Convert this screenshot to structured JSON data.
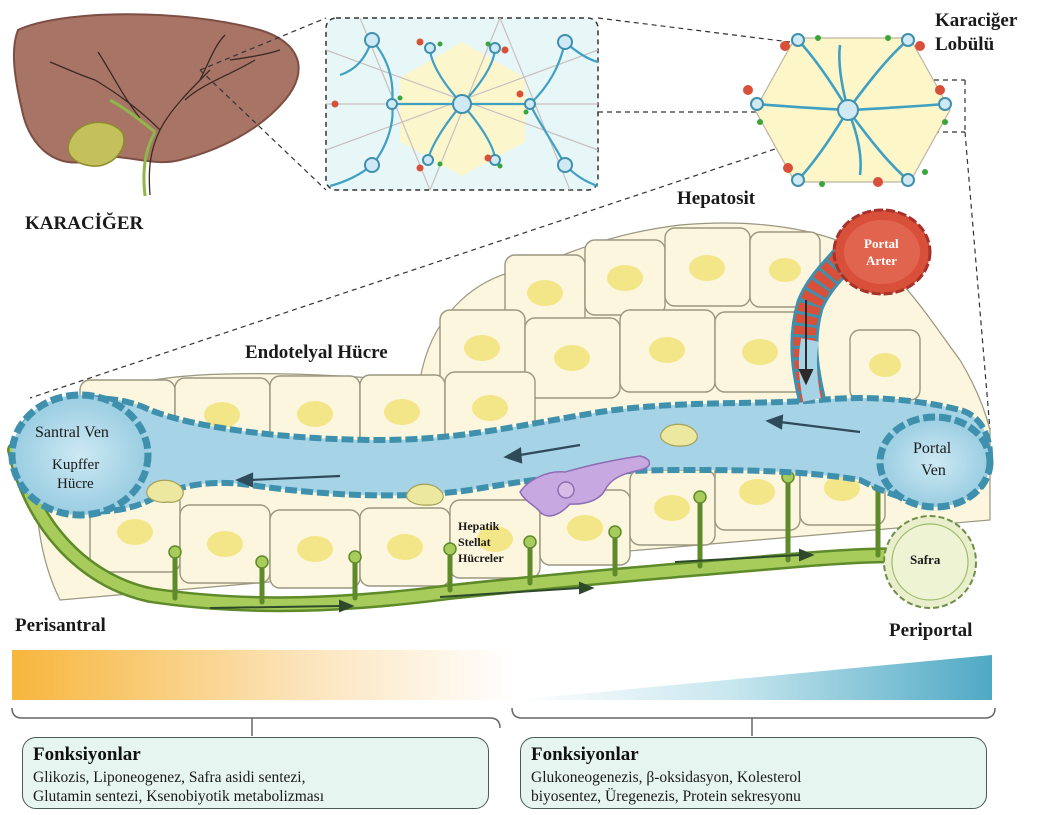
{
  "labels": {
    "liver": "KARACİĞER",
    "lobule_line1": "Karaciğer",
    "lobule_line2": "Lobülü",
    "hepatocyte": "Hepatosit",
    "endothelial": "Endotelyal Hücre",
    "portal_artery_line1": "Portal",
    "portal_artery_line2": "Arter",
    "central_vein": "Santral Ven",
    "kupffer_line1": "Kupffer",
    "kupffer_line2": "Hücre",
    "stellate_line1": "Hepatik",
    "stellate_line2": "Stellat",
    "stellate_line3": "Hücreler",
    "portal_vein_line1": "Portal",
    "portal_vein_line2": "Ven",
    "bile": "Safra",
    "perisantral": "Perisantral",
    "periportal": "Periportal"
  },
  "left_box": {
    "title": "Fonksiyonlar",
    "line1": "Glikozis, Liponeogenez, Safra asidi sentezi,",
    "line2": "Glutamin sentezi, Ksenobiyotik metabolizması"
  },
  "right_box": {
    "title": "Fonksiyonlar",
    "line1": "Glukoneogenezis, β-oksidasyon, Kolesterol",
    "line2": "biyosentez, Üregenezis, Protein sekresyonu"
  },
  "colors": {
    "liver": "#a87466",
    "hepatocyte_fill": "#fbf6dd",
    "nucleus": "#f3e689",
    "sinusoid": "#9fd2e6",
    "endothelium": "#3f90ad",
    "artery": "#d9503a",
    "bile_duct": "#8fb64a",
    "stellate": "#b79ad6",
    "gradient_left": "#f7b63c",
    "gradient_right": "#5fb6cf"
  },
  "icons": [
    "liver-illustration",
    "lobule-hexagon",
    "gradient-bar"
  ]
}
